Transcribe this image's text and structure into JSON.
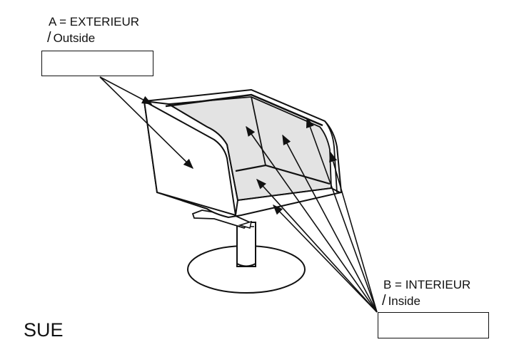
{
  "outside_label": {
    "main": "A = EXTERIEUR",
    "slash": "/",
    "sub": "Outside",
    "value": ""
  },
  "inside_label": {
    "main": "B = INTERIEUR",
    "slash": "/",
    "sub": "Inside",
    "value": ""
  },
  "model_name": "SUE",
  "colors": {
    "line": "#111111",
    "inner_fill": "#e3e3e3",
    "background": "#ffffff"
  }
}
